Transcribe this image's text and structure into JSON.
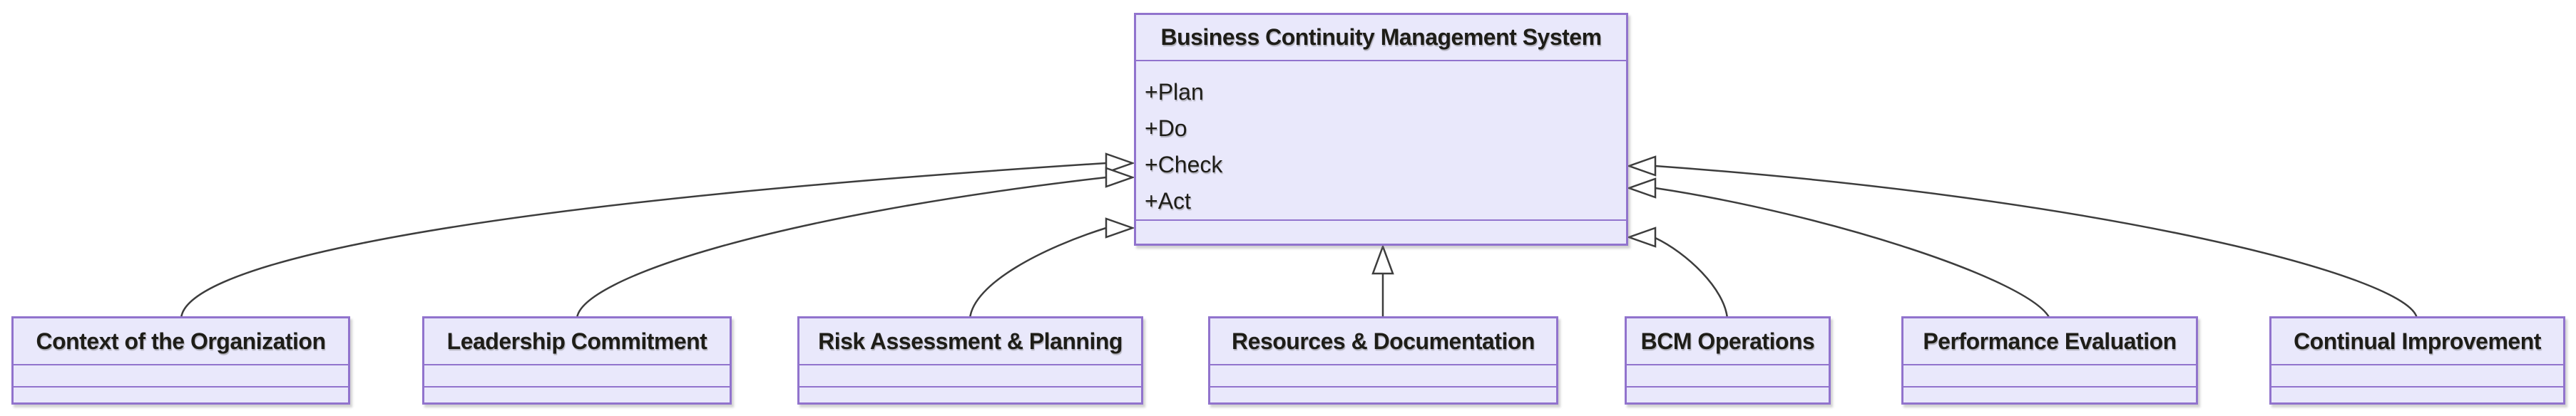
{
  "diagram": {
    "type": "uml-class-diagram",
    "background_color": "#ffffff",
    "node_fill_color": "#e9e8fb",
    "node_border_color": "#9173cd",
    "text_color": "#1e1d18",
    "edge_color": "#3d3d3d",
    "parent": {
      "title": "Business Continuity Management System",
      "attributes": [
        "+Plan",
        "+Do",
        "+Check",
        "+Act"
      ],
      "methods": []
    },
    "children": [
      {
        "title": "Context of the Organization",
        "attributes": [],
        "methods": []
      },
      {
        "title": "Leadership Commitment",
        "attributes": [],
        "methods": []
      },
      {
        "title": "Risk Assessment & Planning",
        "attributes": [],
        "methods": []
      },
      {
        "title": "Resources & Documentation",
        "attributes": [],
        "methods": []
      },
      {
        "title": "BCM Operations",
        "attributes": [],
        "methods": []
      },
      {
        "title": "Performance Evaluation",
        "attributes": [],
        "methods": []
      },
      {
        "title": "Continual Improvement",
        "attributes": [],
        "methods": []
      }
    ],
    "edges": [
      {
        "from": "Context of the Organization",
        "to": "Business Continuity Management System",
        "type": "generalization"
      },
      {
        "from": "Leadership Commitment",
        "to": "Business Continuity Management System",
        "type": "generalization"
      },
      {
        "from": "Risk Assessment & Planning",
        "to": "Business Continuity Management System",
        "type": "generalization"
      },
      {
        "from": "Resources & Documentation",
        "to": "Business Continuity Management System",
        "type": "generalization"
      },
      {
        "from": "BCM Operations",
        "to": "Business Continuity Management System",
        "type": "generalization"
      },
      {
        "from": "Performance Evaluation",
        "to": "Business Continuity Management System",
        "type": "generalization"
      },
      {
        "from": "Continual Improvement",
        "to": "Business Continuity Management System",
        "type": "generalization"
      }
    ]
  }
}
